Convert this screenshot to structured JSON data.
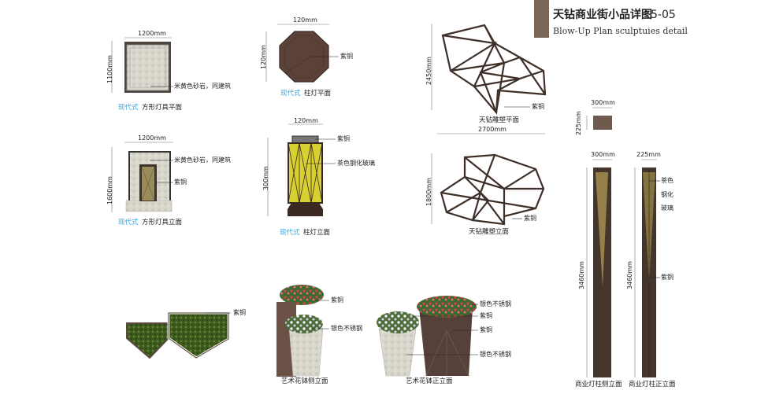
{
  "header": {
    "title": "天钻商业街小品详图",
    "sheet_number": "5-05",
    "subtitle": "Blow-Up Plan sculptuies detail",
    "accent_color": "#7a6657"
  },
  "square_lamp_plan": {
    "width_dim": "1200mm",
    "height_dim": "1100mm",
    "material_label": "米黄色砂岩，同建筑",
    "caption_style": "现代式",
    "caption": "方形灯具平面"
  },
  "square_lamp_elevation": {
    "width_dim": "1200mm",
    "height_dim": "1600mm",
    "material_label": "米黄色砂岩，同建筑",
    "metal_label": "紫铜",
    "caption_style": "现代式",
    "caption": "方形灯具立面"
  },
  "column_lamp_plan": {
    "width_dim": "120mm",
    "height_dim": "120mm",
    "material_label": "紫铜",
    "caption_style": "现代式",
    "caption": "柱灯平面"
  },
  "column_lamp_elevation": {
    "width_dim": "120mm",
    "height_dim": "300mm",
    "metal_label": "紫铜",
    "glass_label": "茶色钢化玻璃",
    "caption_style": "现代式",
    "caption": "柱灯立面"
  },
  "sculpture_plan": {
    "height_dim": "2450mm",
    "material_label": "紫铜",
    "caption": "天钻雕塑平面"
  },
  "sculpture_elevation": {
    "width_dim": "2700mm",
    "height_dim": "1800mm",
    "material_label": "紫铜",
    "caption": "天钻雕塑立面"
  },
  "light_post_section": {
    "width_dim": "300mm",
    "height_dim": "225mm"
  },
  "light_post_side": {
    "width_dim": "300mm",
    "height_dim": "3460mm",
    "caption": "商业灯柱侧立面"
  },
  "light_post_front": {
    "width_dim": "225mm",
    "height_dim": "3460mm",
    "glass_label_1": "茶色",
    "glass_label_2": "钢化",
    "glass_label_3": "玻璃",
    "metal_label": "紫铜",
    "caption": "商业灯柱正立面"
  },
  "planter_plan": {
    "material_label": "紫铜"
  },
  "planter_side": {
    "metal_label": "紫铜",
    "steel_label": "银色不锈钢",
    "caption": "艺术花钵侧立面"
  },
  "planter_front": {
    "steel_label_top": "银色不锈钢",
    "metal_label_1": "紫铜",
    "metal_label_2": "紫铜",
    "steel_label_bottom": "银色不锈钢",
    "caption": "艺术花钵正立面"
  }
}
